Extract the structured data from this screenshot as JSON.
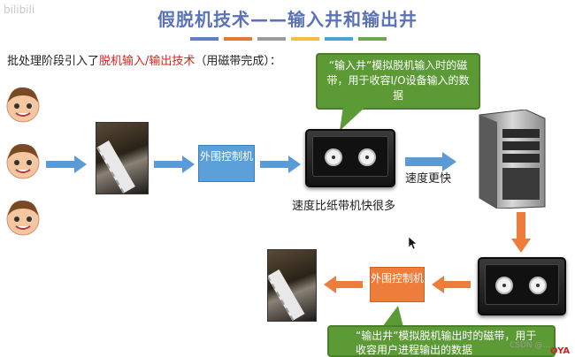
{
  "watermark": {
    "logo_text": "bilibili"
  },
  "title": "假脱机技术——输入井和输出井",
  "title_bar_colors": [
    "#5f7fc0",
    "#e07a35",
    "#9b9b9b",
    "#f2c040",
    "#4aa3d6",
    "#6aa84f"
  ],
  "intro": {
    "prefix": "批处理阶段引入了",
    "highlight": "脱机输入/输出技术",
    "suffix": "（用磁带完成）："
  },
  "callout_input": "“输入井”模拟脱机输入时的磁带，用于收容I/O设备输入的数据",
  "controller_top": "外围控制机",
  "controller_bottom": "外围控制机",
  "label_speed_faster": "速度更快",
  "label_tape_faster": "速度比纸带机快很多",
  "callout_output": "“输出井”模拟脱机输出时的磁带，用于收容用户进程输出的数据",
  "watermark_bottom": "CSDN @...",
  "watermark_red": "OYA",
  "colors": {
    "arrow_blue": "#5b9bd5",
    "arrow_orange": "#ee7d3c",
    "green": "#5b9a35",
    "title": "#5a73b8",
    "highlight_red": "#e02020"
  },
  "icons": [
    "person-face-icon",
    "paper-tape-machine-image",
    "tape-drive-icon",
    "server-tower-icon",
    "mouse-cursor-icon"
  ]
}
